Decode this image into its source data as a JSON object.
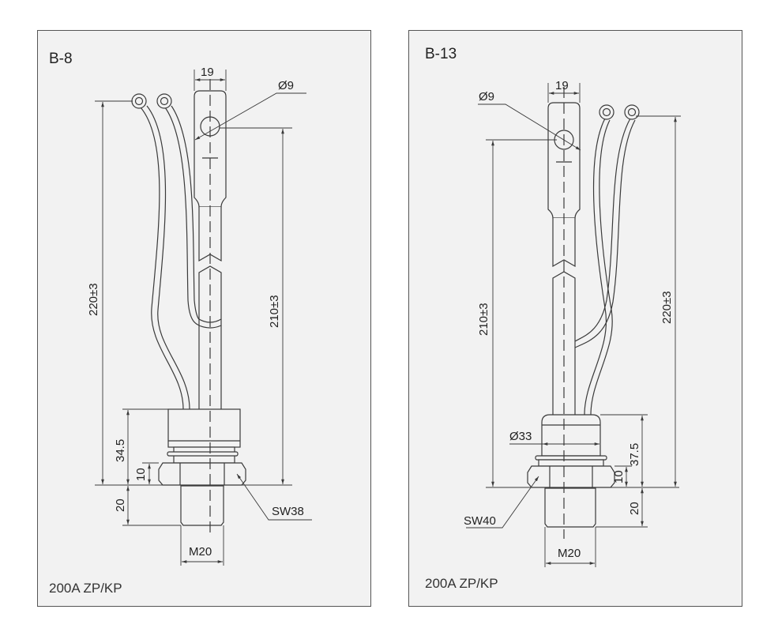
{
  "panels": [
    {
      "title": "B-8",
      "footer": "200A  ZP/KP",
      "dims": {
        "width_top": "19",
        "hole": "Ø9",
        "total_length": "220±3",
        "rod_length": "210±3",
        "body_height": "34.5",
        "nut_height": "10",
        "thread_length": "20",
        "thread": "M20",
        "wrench": "SW38"
      }
    },
    {
      "title": "B-13",
      "footer": "200A  ZP/KP",
      "dims": {
        "width_top": "19",
        "hole": "Ø9",
        "rod_length": "210±3",
        "total_length": "220±3",
        "body_diameter": "Ø33",
        "body_height": "37.5",
        "nut_height": "10",
        "thread_length": "20",
        "thread": "M20",
        "wrench": "SW40"
      }
    }
  ]
}
